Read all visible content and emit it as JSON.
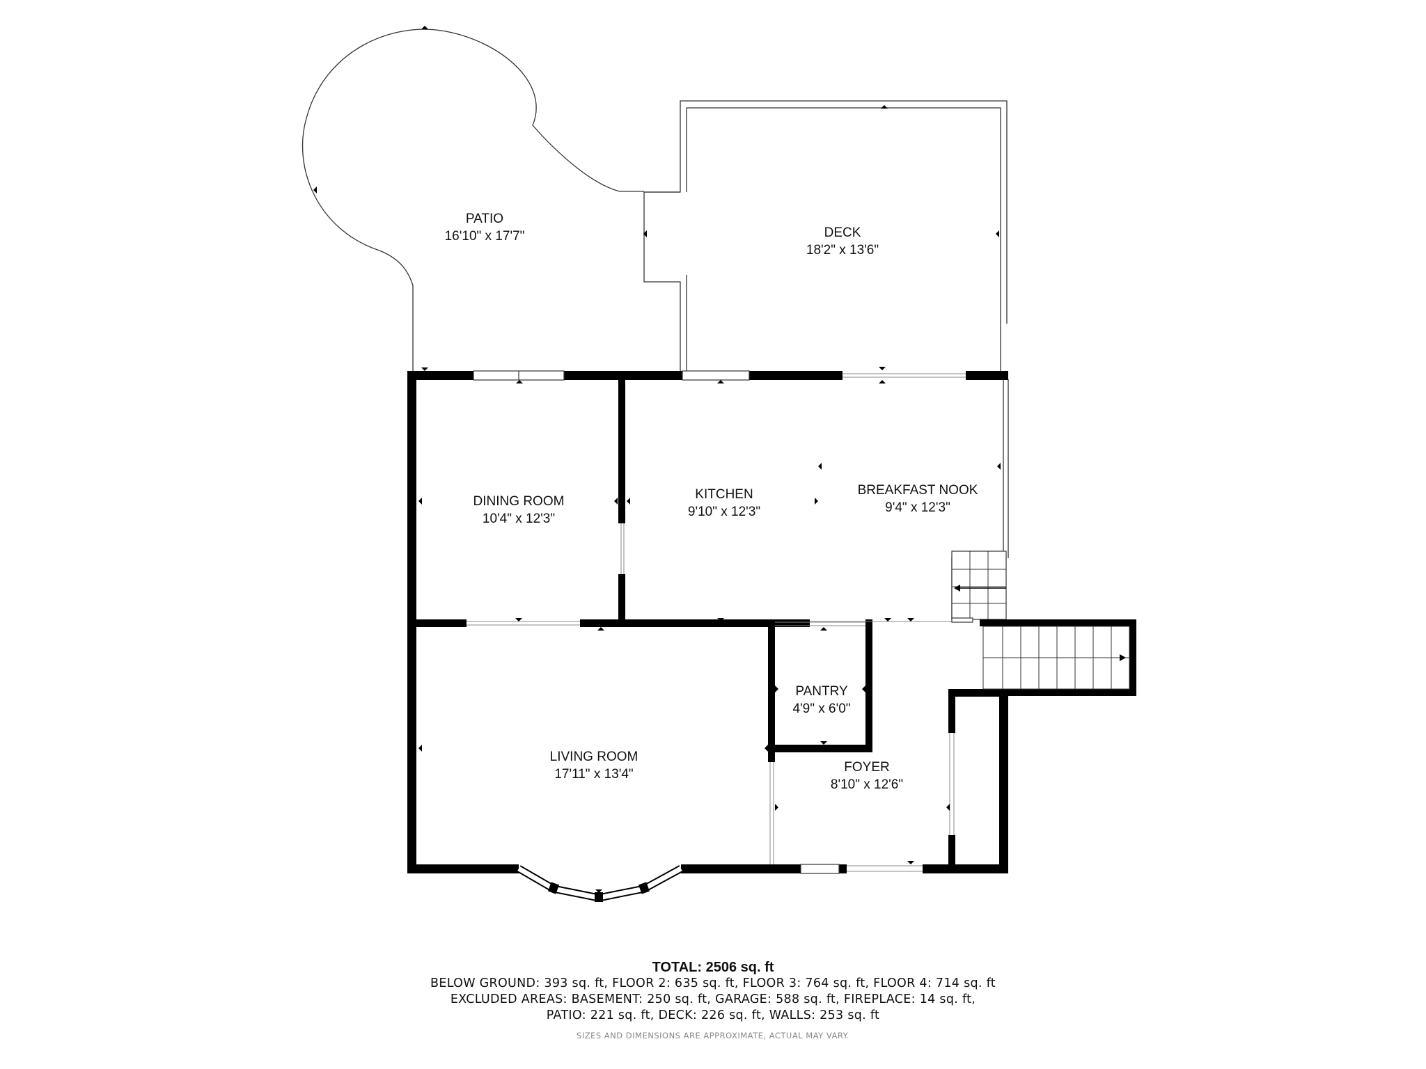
{
  "rooms": {
    "patio": {
      "name": "PATIO",
      "dims": "16'10\" x 17'7\""
    },
    "deck": {
      "name": "DECK",
      "dims": "18'2\" x 13'6\""
    },
    "dining_room": {
      "name": "DINING ROOM",
      "dims": "10'4\" x 12'3\""
    },
    "kitchen": {
      "name": "KITCHEN",
      "dims": "9'10\" x 12'3\""
    },
    "breakfast_nook": {
      "name": "BREAKFAST NOOK",
      "dims": "9'4\" x 12'3\""
    },
    "pantry": {
      "name": "PANTRY",
      "dims": "4'9\" x 6'0\""
    },
    "living_room": {
      "name": "LIVING ROOM",
      "dims": "17'11\" x 13'4\""
    },
    "foyer": {
      "name": "FOYER",
      "dims": "8'10\" x 12'6\""
    }
  },
  "summary": {
    "total": "TOTAL: 2506 sq. ft",
    "line1": "BELOW GROUND: 393 sq. ft, FLOOR 2: 635 sq. ft, FLOOR 3: 764 sq. ft, FLOOR 4: 714 sq. ft",
    "line2": "EXCLUDED AREAS: BASEMENT: 250 sq. ft, GARAGE: 588 sq. ft, FIREPLACE: 14 sq. ft,",
    "line3": "PATIO: 221 sq. ft, DECK: 226 sq. ft, WALLS: 253 sq. ft",
    "disclaimer": "SIZES AND DIMENSIONS ARE APPROXIMATE, ACTUAL MAY VARY."
  }
}
